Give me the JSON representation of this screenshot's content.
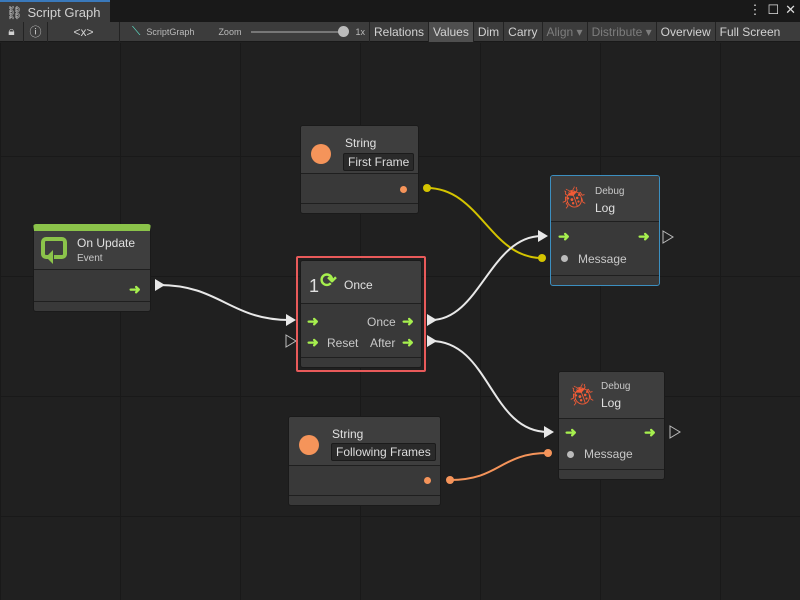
{
  "window": {
    "tab_title": "Script Graph",
    "icons": [
      "hierarchy-icon",
      "more-icon",
      "maximize-icon",
      "close-icon"
    ]
  },
  "toolbar": {
    "graph_name": "ScriptGraph",
    "zoom_label": "Zoom",
    "zoom_value": "1x",
    "zoom_level": 1,
    "buttons": [
      "Relations",
      "Values",
      "Dim",
      "Carry",
      "Align",
      "Distribute",
      "Overview",
      "Full Screen"
    ],
    "active": "Values",
    "disabled": [
      "Align",
      "Distribute"
    ],
    "embed_label": "<x>"
  },
  "colors": {
    "control": "#a6ef4e",
    "string": "#f5945a",
    "yellow": "#d4c400",
    "selection": "#e85a5a",
    "debug": "#f25b36"
  },
  "nodes": {
    "string1": {
      "title": "String",
      "value": "First Frame"
    },
    "on_update": {
      "title": "On Update",
      "subtitle": "Event"
    },
    "once": {
      "title": "Once",
      "icon_num": "1",
      "out_once": "Once",
      "in_reset": "Reset",
      "out_after": "After"
    },
    "log1": {
      "subtitle": "Debug",
      "title": "Log",
      "port": "Message"
    },
    "log2": {
      "subtitle": "Debug",
      "title": "Log",
      "port": "Message"
    },
    "string2": {
      "title": "String",
      "value": "Following Frames"
    }
  }
}
